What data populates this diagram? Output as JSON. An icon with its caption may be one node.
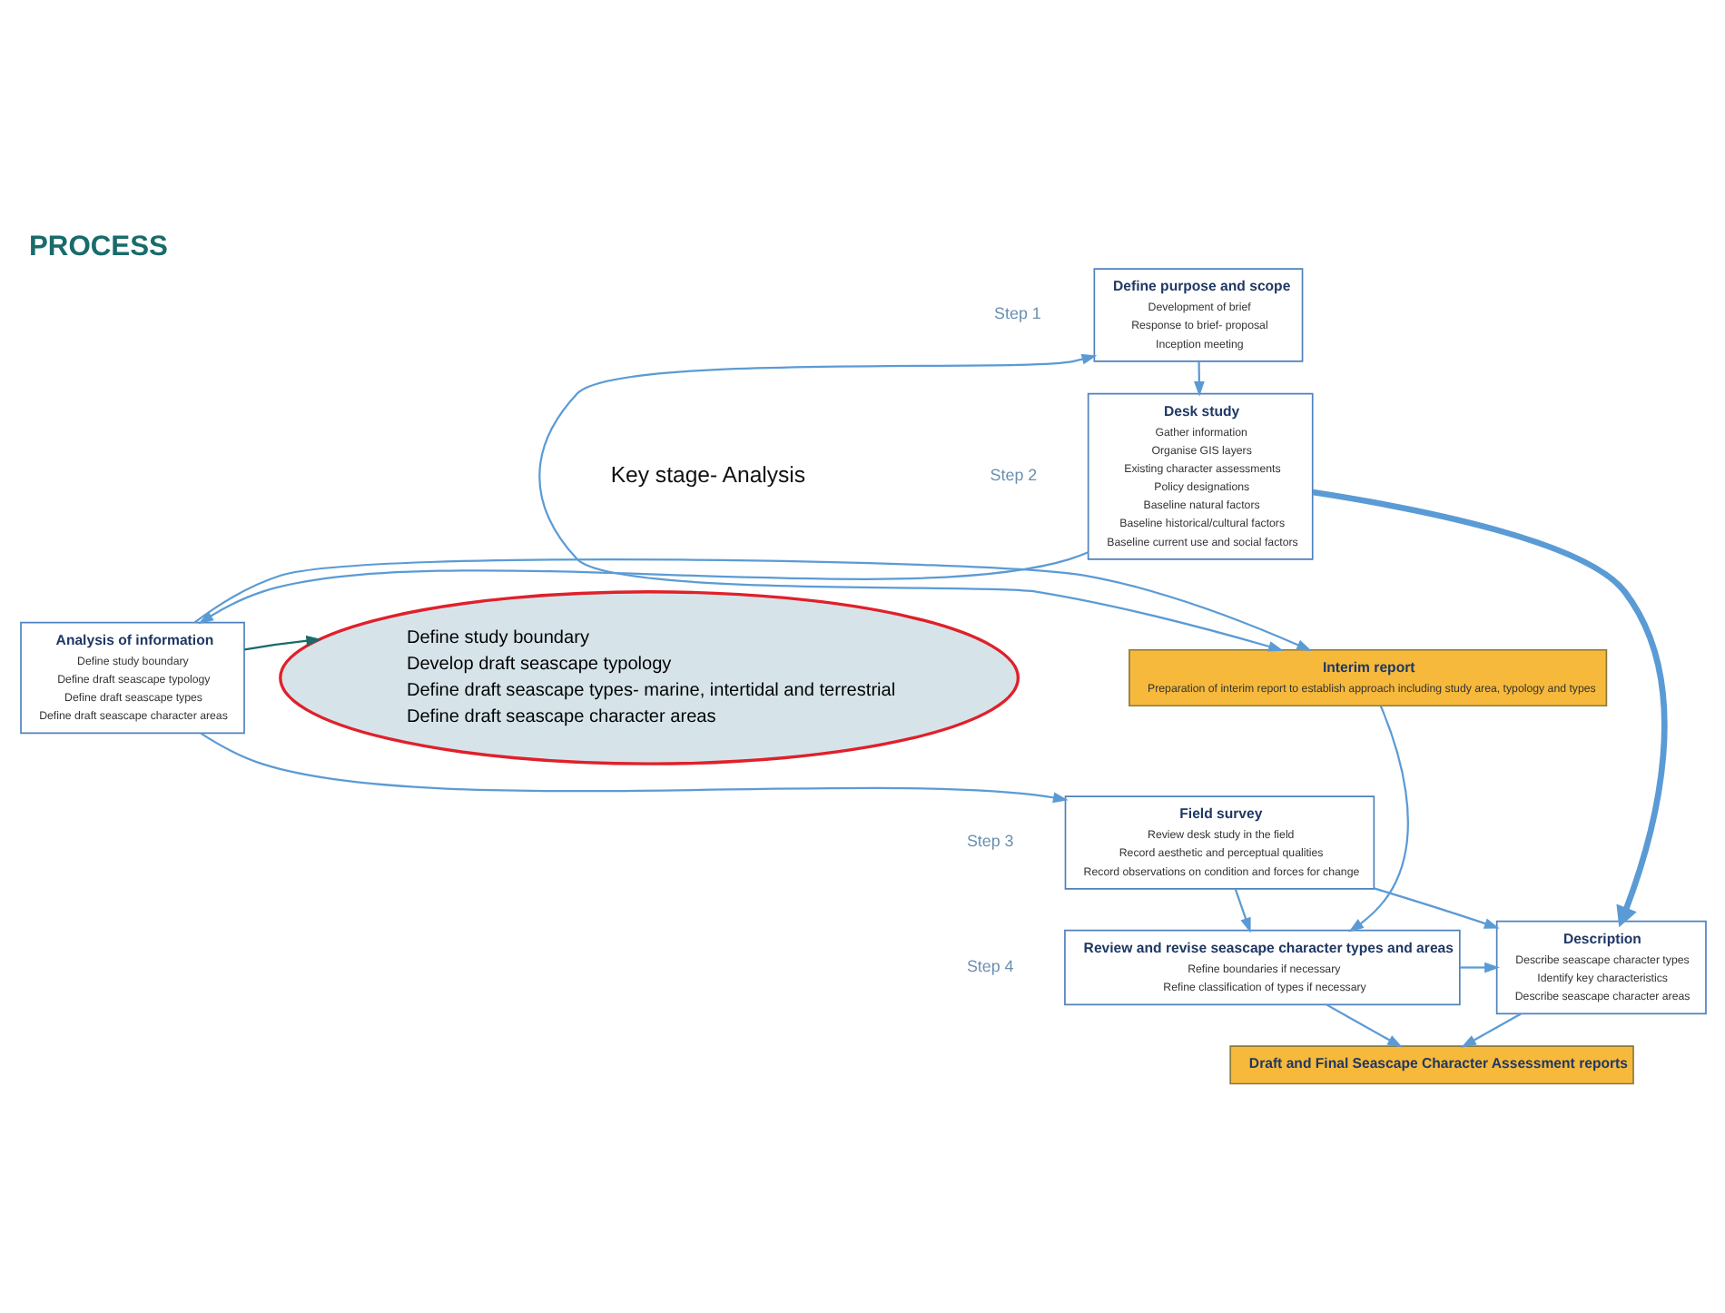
{
  "diagram": {
    "title": "PROCESS",
    "nodes": [
      {
        "text": [
          "Define purpose and scope",
          "Development of brief",
          "Response to brief- proposal",
          "Inception meeting"
        ]
      },
      {
        "text": [
          "Desk study",
          "Gather information",
          "Organise GIS layers",
          "Existing character assessments",
          "Policy designations",
          "Baseline natural factors",
          "Baseline historical/cultural factors",
          "Baseline current use and social factors"
        ]
      },
      {
        "text": [
          "Analysis of information",
          "Define study boundary",
          "Define draft seascape typology",
          "Define draft seascape types",
          "Define draft seascape character areas"
        ]
      },
      {
        "text": [
          "Interim report",
          "Preparation of interim report to establish approach including study area, typology and types"
        ]
      },
      {
        "text": [
          "Field survey",
          "Review desk study in the field",
          "Record aesthetic and perceptual qualities",
          "Record observations on condition and forces for change"
        ]
      },
      {
        "text": [
          "Description",
          "Describe seascape character types",
          "Identify key characteristics",
          "Describe seascape character areas"
        ]
      },
      {
        "text": [
          "Review and revise seascape character types and areas",
          "Refine boundaries if necessary",
          "Refine classification of types if necessary"
        ]
      },
      {
        "text": [
          "Draft and Final Seascape Character Assessment reports"
        ]
      },
      {
        "text": [
          "Define study boundary",
          "Develop draft seascape typology",
          "Define draft seascape types- marine, intertidal and terrestrial",
          "Define draft seascape character areas"
        ]
      }
    ],
    "edges": [
      {
        "from": 0,
        "to": 1,
        "arrow": "to"
      },
      {
        "from": 1,
        "to": 2,
        "arrow": "to"
      },
      {
        "from": 2,
        "to": 3,
        "arrow": "to"
      },
      {
        "from": 3,
        "to": 0,
        "arrow": "both"
      },
      {
        "from": 2,
        "to": 4,
        "arrow": "to"
      },
      {
        "from": 3,
        "to": 6,
        "arrow": "to"
      },
      {
        "from": 1,
        "to": 5,
        "arrow": "to",
        "style": "thick"
      },
      {
        "from": 4,
        "to": 5,
        "arrow": "to"
      },
      {
        "from": 4,
        "to": 6,
        "arrow": "to"
      },
      {
        "from": 6,
        "to": 5,
        "arrow": "to"
      },
      {
        "from": 5,
        "to": 7,
        "arrow": "to"
      },
      {
        "from": 6,
        "to": 7,
        "arrow": "to"
      },
      {
        "from": 2,
        "to": 8,
        "arrow": "to",
        "color": "#1a6b6b"
      }
    ],
    "labels": [
      "Key stage- Analysis",
      "Step 1",
      "Step 2",
      "Step 3",
      "Step 4"
    ]
  }
}
